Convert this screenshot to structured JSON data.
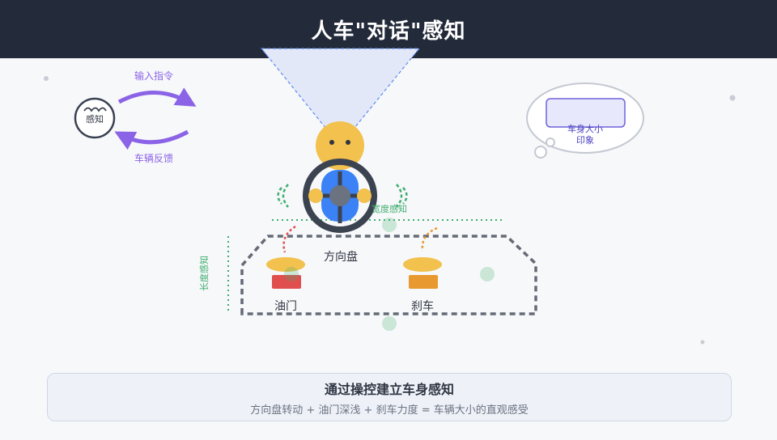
{
  "header": {
    "title": "人车\"对话\"感知"
  },
  "perception_loop": {
    "center_label": "感知",
    "top_arrow_label": "输入指令",
    "bottom_arrow_label": "车辆反馈"
  },
  "thought_bubble": {
    "line1": "车身大小",
    "line2": "印象"
  },
  "car": {
    "steering_label": "方向盘",
    "throttle_label": "油门",
    "brake_label": "刹车",
    "width_sense_label": "宽度感知",
    "length_sense_label": "长度感知"
  },
  "summary": {
    "title": "通过操控建立车身感知",
    "text": "方向盘转动 + 油门深浅 + 刹车力度 = 车辆大小的直观感受"
  },
  "colors": {
    "header_bg": "#232a3a",
    "arrow_purple": "#8b63e6",
    "sense_green": "#3fae6f",
    "person_yellow": "#f2c14e",
    "steering_blue": "#3b82f6",
    "throttle_red": "#e04e4e",
    "brake_orange": "#e89a30"
  }
}
